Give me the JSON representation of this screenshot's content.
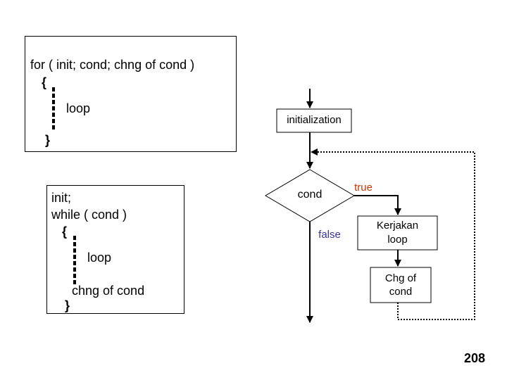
{
  "for_block": {
    "line1": "for ( init; cond; chng of cond )",
    "open_brace": "{",
    "loop": "loop",
    "close_brace": "}"
  },
  "while_block": {
    "line1": "init;",
    "line2": "while ( cond )",
    "open_brace": "{",
    "loop": "loop",
    "chng": "chng of cond",
    "close_brace": "}"
  },
  "flowchart": {
    "initialization": "initialization",
    "cond": "cond",
    "true_label": "true",
    "false_label": "false",
    "body_line1": "Kerjakan",
    "body_line2": "loop",
    "chg_line1": "Chg of",
    "chg_line2": "cond",
    "true_color": "#cc3300",
    "false_color": "#333399"
  },
  "page_number": "208"
}
